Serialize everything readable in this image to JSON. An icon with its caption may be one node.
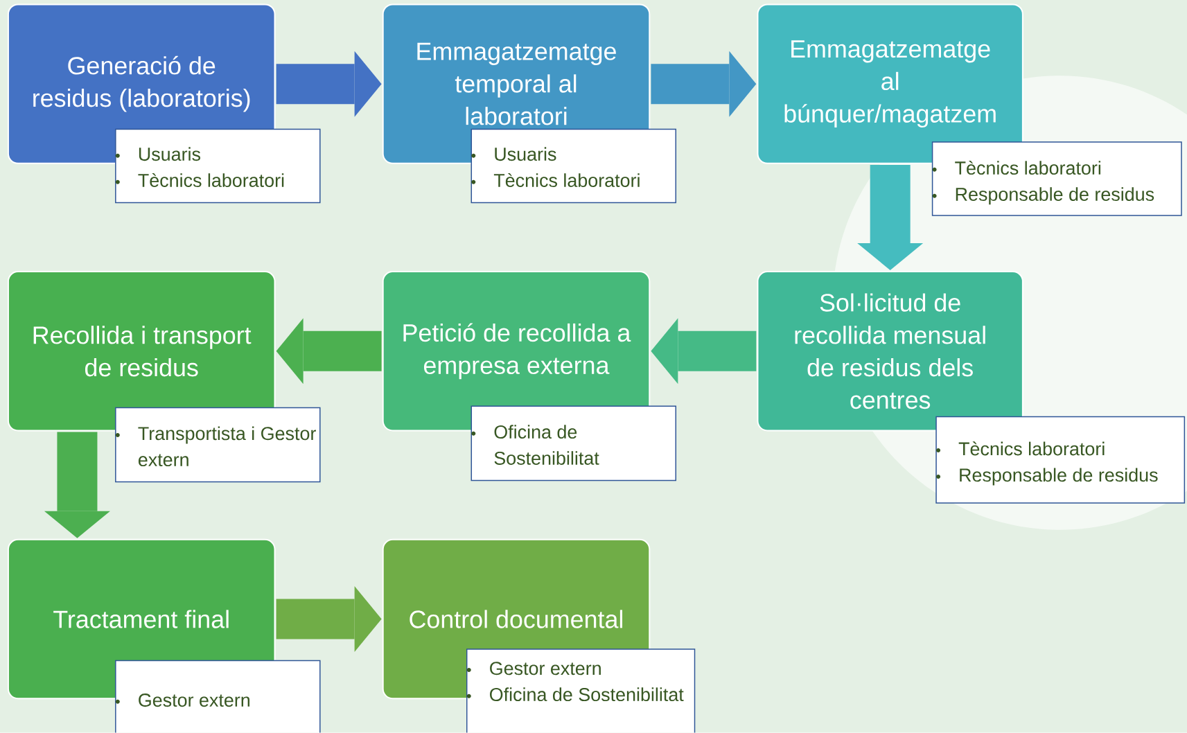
{
  "diagram": {
    "nodes": [
      {
        "text": [
          "Generació de residus (laboratoris)"
        ]
      },
      {
        "text": [
          "Usuaris",
          "Tècnics laboratori"
        ]
      },
      {
        "text": [
          "Emmagatzematge temporal al laboratori"
        ]
      },
      {
        "text": [
          "Usuaris",
          "Tècnics laboratori"
        ]
      },
      {
        "text": [
          "Emmagatzematge al búnquer/magatzem"
        ]
      },
      {
        "text": [
          "Tècnics laboratori",
          "Responsable de residus"
        ]
      },
      {
        "text": [
          "Sol·licitud de recollida mensual de residus dels centres"
        ]
      },
      {
        "text": [
          "Tècnics laboratori",
          "Responsable de residus"
        ]
      },
      {
        "text": [
          "Petició de recollida a empresa externa"
        ]
      },
      {
        "text": [
          "Oficina de Sostenibilitat"
        ]
      },
      {
        "text": [
          "Recollida i transport de residus"
        ]
      },
      {
        "text": [
          "Transportista i Gestor extern"
        ]
      },
      {
        "text": [
          "Tractament final"
        ]
      },
      {
        "text": [
          "Gestor extern"
        ]
      },
      {
        "text": [
          "Control documental"
        ]
      },
      {
        "text": [
          "Gestor extern",
          "Oficina de Sostenibilitat"
        ]
      }
    ],
    "edges": [
      {
        "from": 0,
        "to": 2,
        "arrow": "to",
        "color": "#4472c4"
      },
      {
        "from": 2,
        "to": 4,
        "arrow": "to",
        "color": "#4397c5"
      },
      {
        "from": 4,
        "to": 6,
        "arrow": "to",
        "color": "#45bcbf"
      },
      {
        "from": 6,
        "to": 8,
        "arrow": "to",
        "color": "#45ba86"
      },
      {
        "from": 8,
        "to": 10,
        "arrow": "to",
        "color": "#4cb050"
      },
      {
        "from": 10,
        "to": 12,
        "arrow": "to",
        "color": "#4caf50"
      },
      {
        "from": 12,
        "to": 14,
        "arrow": "to",
        "color": "#70ad47"
      }
    ]
  }
}
